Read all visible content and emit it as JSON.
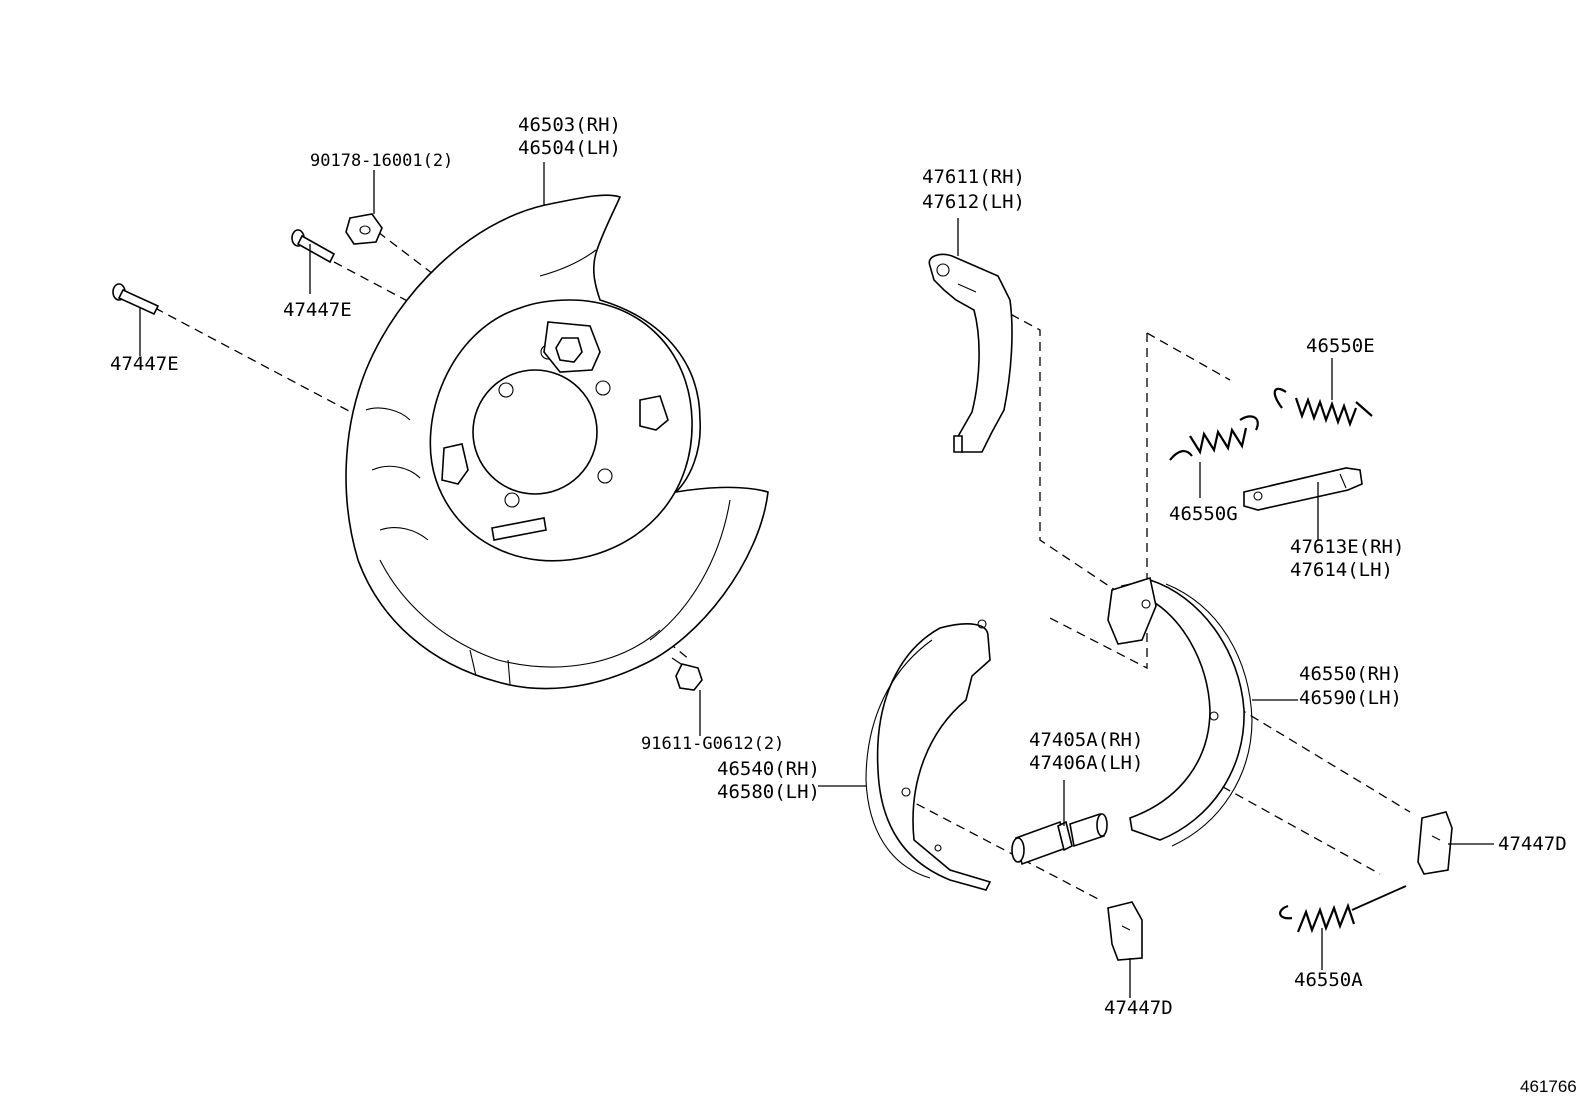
{
  "labels": {
    "backing_plate_rh": "46503(RH)",
    "backing_plate_lh": "46504(LH)",
    "nut": "90178-16001(2)",
    "bolt_upper": "47447E",
    "bolt_left": "47447E",
    "bolt_lower": "91611-G0612(2)",
    "lever_rh": "47611(RH)",
    "lever_lh": "47612(LH)",
    "spring_e": "46550E",
    "spring_g": "46550G",
    "strut_rh": "47613E(RH)",
    "strut_lh": "47614(LH)",
    "shoe_rear_rh": "46550(RH)",
    "shoe_rear_lh": "46590(LH)",
    "shoe_front_rh": "46540(RH)",
    "shoe_front_lh": "46580(LH)",
    "adjuster_rh": "47405A(RH)",
    "adjuster_lh": "47406A(LH)",
    "clip_right": "47447D",
    "clip_bottom": "47447D",
    "spring_a": "46550A"
  },
  "diagram_ref": "461766"
}
